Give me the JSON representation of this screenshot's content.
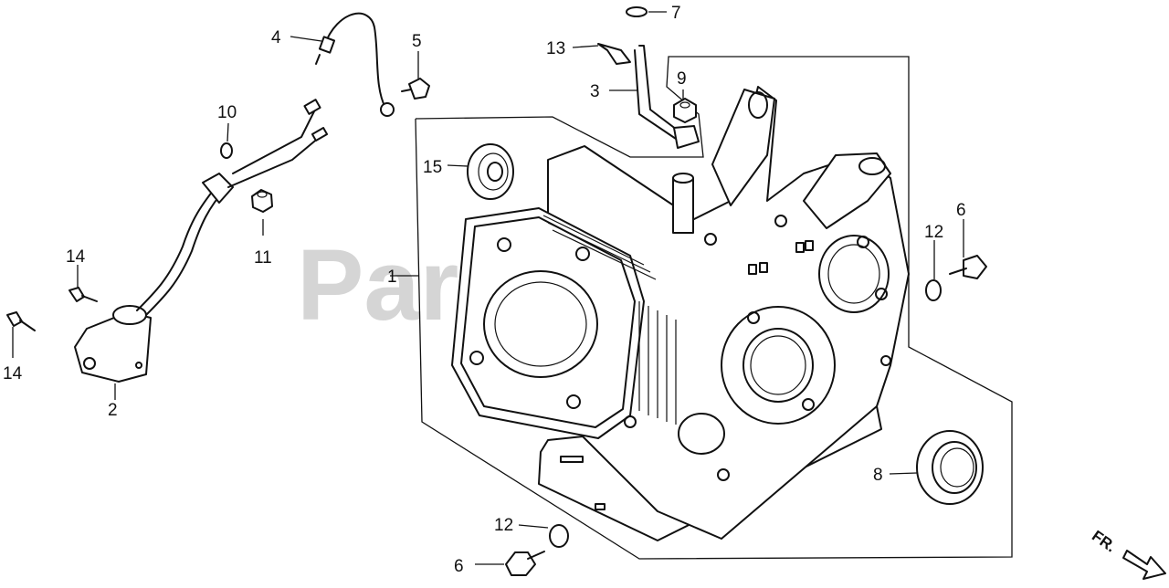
{
  "watermark": "PartsTree",
  "front_label": "FR.",
  "callouts": {
    "c1": "1",
    "c2": "2",
    "c3": "3",
    "c4": "4",
    "c5": "5",
    "c6a": "6",
    "c6b": "6",
    "c7": "7",
    "c8": "8",
    "c9": "9",
    "c10": "10",
    "c11": "11",
    "c12a": "12",
    "c12b": "12",
    "c13": "13",
    "c14a": "14",
    "c14b": "14",
    "c15": "15"
  }
}
